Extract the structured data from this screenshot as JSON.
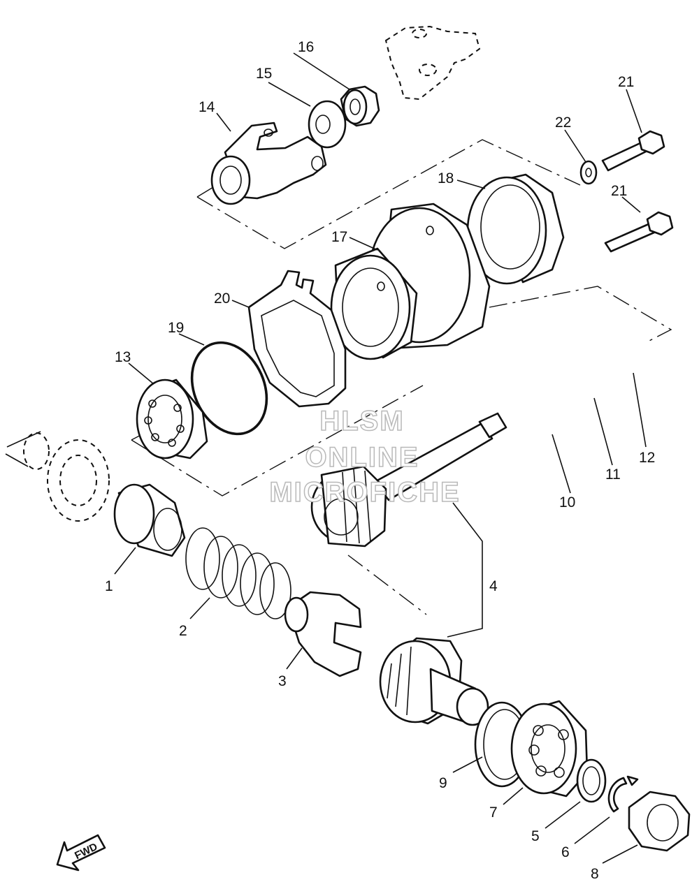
{
  "callouts": {
    "p1": "1",
    "p2": "2",
    "p3": "3",
    "p4": "4",
    "p5": "5",
    "p6": "6",
    "p7": "7",
    "p8": "8",
    "p9": "9",
    "p10": "10",
    "p11": "11",
    "p12": "12",
    "p13": "13",
    "p14": "14",
    "p15": "15",
    "p16": "16",
    "p17": "17",
    "p18": "18",
    "p19": "19",
    "p20": "20",
    "p21a": "21",
    "p21b": "21",
    "p22": "22"
  },
  "watermark": {
    "line1": "HLSM",
    "line2": "ONLINE",
    "line3": "MICROFICHE"
  },
  "direction_arrow": {
    "label": "FWD"
  }
}
